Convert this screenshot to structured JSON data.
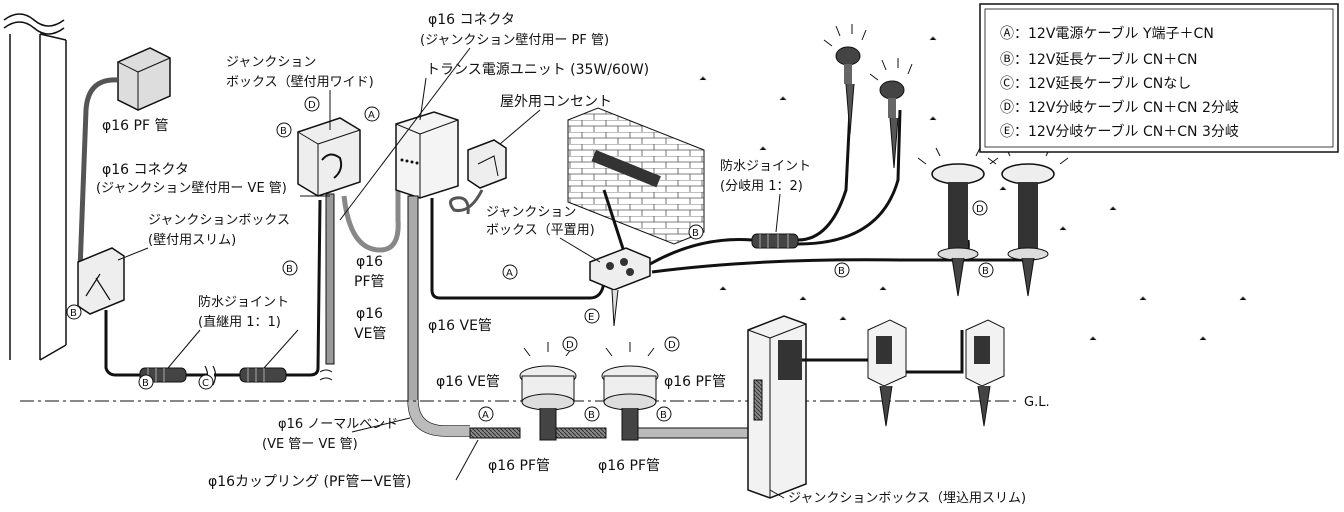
{
  "legend": {
    "items": [
      "Ⓐ：12V電源ケーブル Y端子＋CN",
      "Ⓑ：12V延長ケーブル CN＋CN",
      "Ⓒ：12V延長ケーブル CNなし",
      "Ⓓ：12V分岐ケーブル CN＋CN 2分岐",
      "Ⓔ：12V分岐ケーブル CN＋CN 3分岐"
    ]
  },
  "labels": {
    "connector_pf": "φ16 コネクタ",
    "connector_pf_sub": "(ジャンクション壁付用ー PF 管)",
    "trans_unit": "トランス電源ユニット (35W/60W)",
    "outdoor_outlet": "屋外用コンセント",
    "jb_wide_1": "ジャンクション",
    "jb_wide_2": "ボックス（壁付用ワイド)",
    "pf_pipe_left": "φ16 PF 管",
    "connector_ve": "φ16 コネクタ",
    "connector_ve_sub": "(ジャンクション壁付用ー VE 管)",
    "jb_slim_1": "ジャンクションボックス",
    "jb_slim_2": "(壁付用スリム)",
    "waterproof_straight_1": "防水ジョイント",
    "waterproof_straight_2": "(直継用 1：1)",
    "pf16_a": "φ16",
    "pf16_b": "PF管",
    "ve16_a": "φ16",
    "ve16_b": "VE管",
    "ve16_pipe": "φ16 VE管",
    "jb_flat_1": "ジャンクション",
    "jb_flat_2": "ボックス（平置用)",
    "waterproof_branch_1": "防水ジョイント",
    "waterproof_branch_2": "(分岐用 1：2)",
    "ve16_pipe_2": "φ16 VE管",
    "pf16_pipe_r": "φ16 PF管",
    "normal_bend": "φ16 ノーマルベンド",
    "normal_bend_sub": "(VE 管ー VE 管)",
    "coupling": "φ16カップリング (PF管ーVE管)",
    "pf16_pipe_b1": "φ16 PF管",
    "pf16_pipe_b2": "φ16 PF管",
    "jb_buried": "ジャンクションボックス（埋込用スリム)",
    "gl": "G.L."
  },
  "markers": {
    "A": "A",
    "B": "B",
    "C": "C",
    "D": "D",
    "E": "E"
  }
}
